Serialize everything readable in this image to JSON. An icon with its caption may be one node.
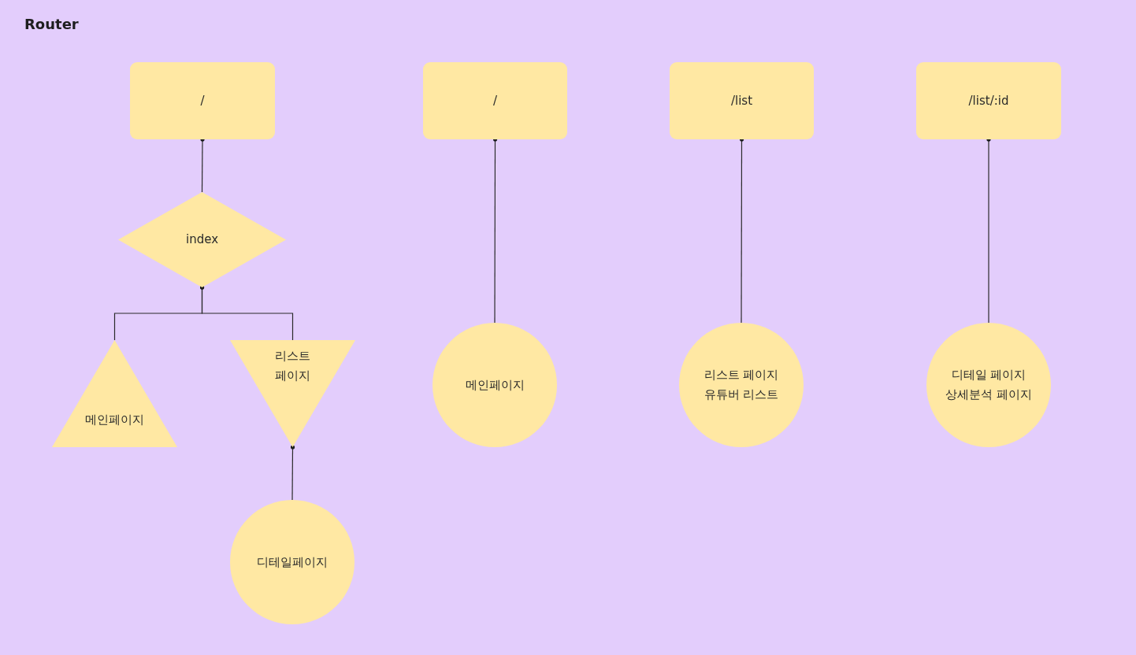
{
  "diagram": {
    "title": "Router",
    "nodes": [
      {
        "text": [
          "/"
        ]
      },
      {
        "text": [
          "index"
        ]
      },
      {
        "text": [
          "메인페이지"
        ]
      },
      {
        "text": [
          "리스트 페이지"
        ]
      },
      {
        "text": [
          "디테일페이지"
        ]
      },
      {
        "text": [
          "/"
        ]
      },
      {
        "text": [
          "메인페이지"
        ]
      },
      {
        "text": [
          "/list"
        ]
      },
      {
        "text": [
          "리스트 페이지",
          "유튜버 리스트"
        ]
      },
      {
        "text": [
          "/list/:id"
        ]
      },
      {
        "text": [
          "디테일 페이지",
          "상세분석 페이지"
        ]
      }
    ],
    "edges": [
      {
        "from": 0,
        "to": 1,
        "arrow": "other"
      },
      {
        "from": 1,
        "to": 2,
        "arrow": "other"
      },
      {
        "from": 1,
        "to": 3,
        "arrow": "other"
      },
      {
        "from": 3,
        "to": 4,
        "arrow": "other"
      },
      {
        "from": 5,
        "to": 6,
        "arrow": "other"
      },
      {
        "from": 7,
        "to": 8,
        "arrow": "other"
      },
      {
        "from": 9,
        "to": 10,
        "arrow": "other"
      }
    ]
  }
}
